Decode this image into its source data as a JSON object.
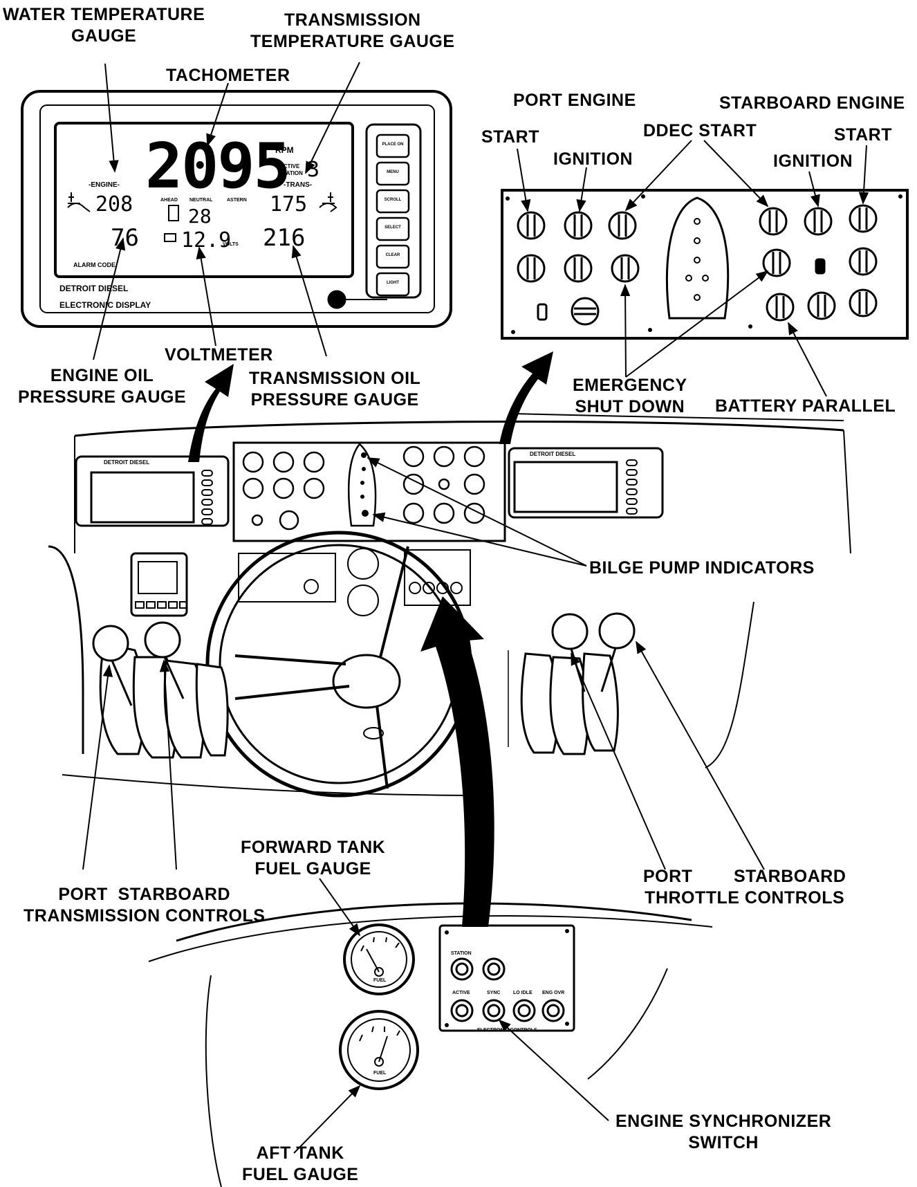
{
  "labels": {
    "water_temp": [
      "WATER TEMPERATURE",
      "GAUGE"
    ],
    "trans_temp": [
      "TRANSMISSION",
      "TEMPERATURE GAUGE"
    ],
    "tachometer": "TACHOMETER",
    "engine_oil": [
      "ENGINE OIL",
      "PRESSURE GAUGE"
    ],
    "voltmeter": "VOLTMETER",
    "trans_oil": [
      "TRANSMISSION OIL",
      "PRESSURE GAUGE"
    ],
    "port_engine": "PORT ENGINE",
    "starboard_engine": "STARBOARD ENGINE",
    "start_port": "START",
    "start_stbd": "START",
    "ignition_port": "IGNITION",
    "ignition_stbd": "IGNITION",
    "ddec_start": "DDEC START",
    "emergency": [
      "EMERGENCY",
      "SHUT DOWN"
    ],
    "battery_parallel": "BATTERY PARALLEL",
    "bilge": "BILGE PUMP INDICATORS",
    "forward_fuel": [
      "FORWARD TANK",
      "FUEL GAUGE"
    ],
    "transmission_controls": [
      "PORT  STARBOARD",
      "TRANSMISSION CONTROLS"
    ],
    "throttle_controls": [
      "PORT        STARBOARD",
      "THROTTLE CONTROLS"
    ],
    "engine_sync": [
      "ENGINE SYNCHRONIZER",
      "SWITCH"
    ],
    "aft_fuel": [
      "AFT TANK",
      "FUEL GAUGE"
    ]
  },
  "display": {
    "rpm": "2095",
    "rpm_unit": "RPM",
    "active_station_label": "ACTIVE STATION",
    "active_station": "3",
    "engine_label": "-ENGINE-",
    "trans_label": "-TRANS-",
    "water_temp": "208",
    "trans_temp": "175",
    "gear_ahead": "AHEAD",
    "gear_neutral": "NEUTRAL",
    "gear_astern": "ASTERN",
    "fuel_rate": "28",
    "oil_pressure": "76",
    "volts": "12.9",
    "volts_unit": "VOLTS",
    "trans_pressure": "216",
    "alarm_code": "ALARM CODE",
    "brand_line1": "DETROIT DIESEL",
    "brand_line2": "ELECTRONIC DISPLAY",
    "buttons": [
      "PLACE ON",
      "MENU",
      "SCROLL",
      "SELECT",
      "CLEAR",
      "LIGHT"
    ]
  },
  "dash": {
    "brand_left": "DETROIT DIESEL",
    "brand_right": "DETROIT DIESEL"
  },
  "sync_panel": {
    "labels": [
      "STATION",
      "ACTIVE",
      "SYNC",
      "LO IDLE",
      "ENG OVR"
    ],
    "footer": "ELECTRONIC CONTROLS"
  },
  "fuel_gauge_label": "FUEL"
}
